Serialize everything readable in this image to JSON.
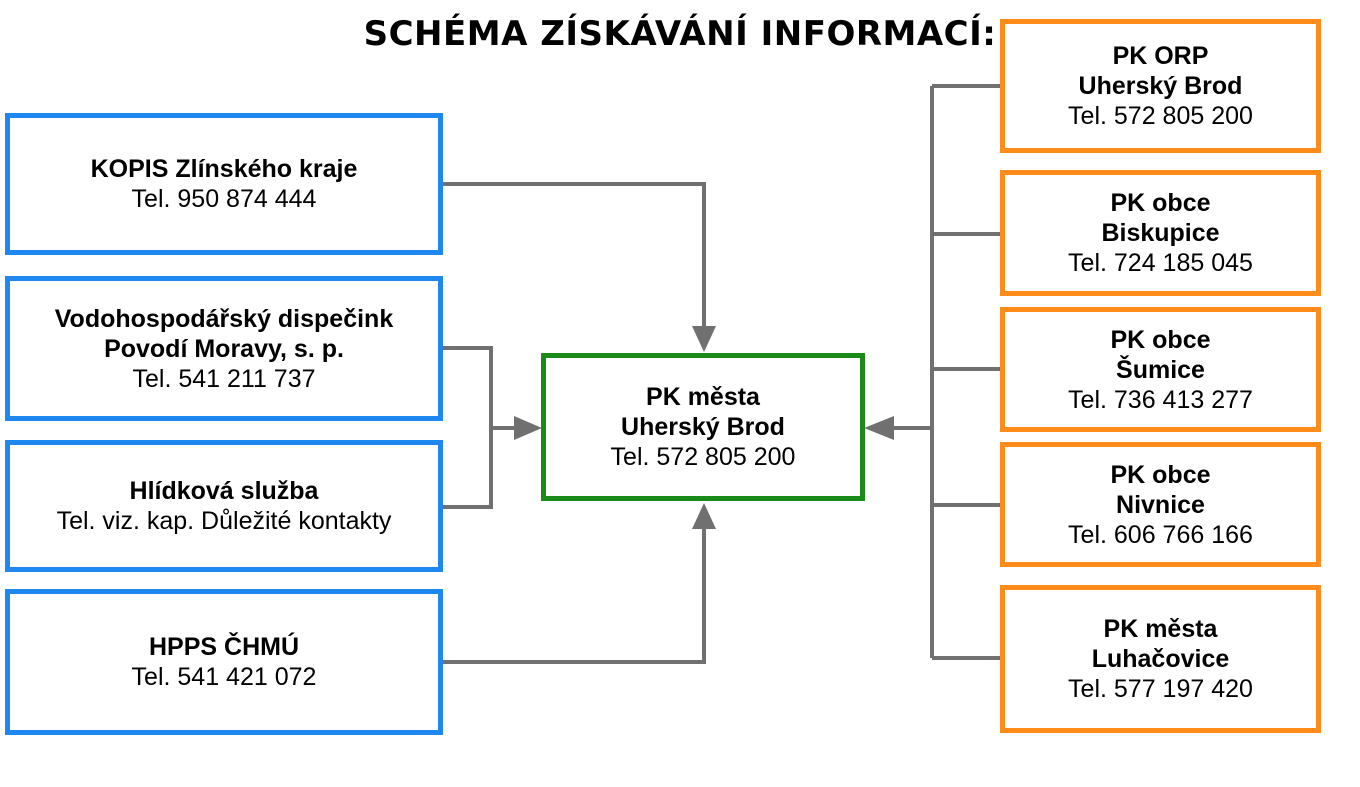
{
  "title": "SCHÉMA ZÍSKÁVÁNÍ INFORMACÍ:",
  "colors": {
    "left_border": "#1e88f0",
    "right_border": "#ff8c1a",
    "center_border": "#1a8a1a",
    "connector": "#707070"
  },
  "center": {
    "line1": "PK města",
    "line2": "Uherský Brod",
    "phone": "Tel. 572 805 200"
  },
  "left_sources": [
    {
      "line1": "KOPIS Zlínského kraje",
      "line2": "",
      "phone": "Tel. 950 874 444"
    },
    {
      "line1": "Vodohospodářský dispečink",
      "line2": "Povodí Moravy, s. p.",
      "phone": "Tel. 541 211 737"
    },
    {
      "line1": "Hlídková služba",
      "line2": "",
      "phone": "Tel. viz. kap. Důležité kontakty"
    },
    {
      "line1": "HPPS ČHMÚ",
      "line2": "",
      "phone": "Tel. 541 421 072"
    }
  ],
  "right_sources": [
    {
      "line1": "PK ORP",
      "line2": "Uherský Brod",
      "phone": "Tel. 572 805 200"
    },
    {
      "line1": "PK obce",
      "line2": "Biskupice",
      "phone": "Tel. 724 185 045"
    },
    {
      "line1": "PK obce",
      "line2": "Šumice",
      "phone": "Tel. 736 413 277"
    },
    {
      "line1": "PK obce",
      "line2": "Nivnice",
      "phone": "Tel. 606 766 166"
    },
    {
      "line1": "PK města",
      "line2": "Luhačovice",
      "phone": "Tel. 577 197 420"
    }
  ]
}
